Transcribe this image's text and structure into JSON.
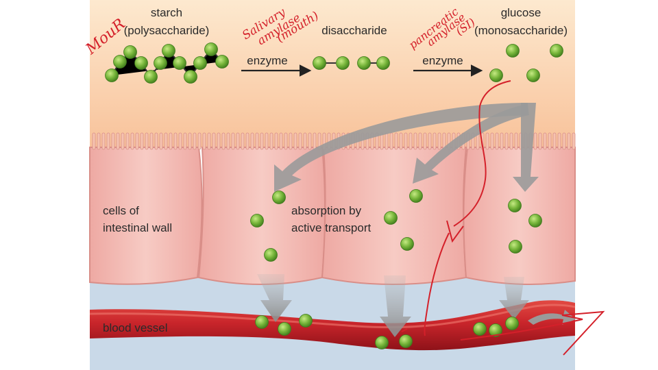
{
  "labels": {
    "starch": "starch",
    "starch_sub": "(polysaccharide)",
    "disaccharide": "disaccharide",
    "glucose": "glucose",
    "glucose_sub": "(monosaccharide)",
    "enzyme_1": "enzyme",
    "enzyme_2": "enzyme",
    "cells_line1": "cells of",
    "cells_line2": "intestinal wall",
    "absorption_line1": "absorption by",
    "absorption_line2": "active transport",
    "blood_vessel": "blood vessel"
  },
  "handwriting": {
    "left": "MouR",
    "salivary_1": "Salivary",
    "salivary_2": "amylase",
    "salivary_3": "(mouth)",
    "pancreatic_1": "pancreatic",
    "pancreatic_2": "amylase",
    "pancreatic_3": "(SI)"
  },
  "colors": {
    "lumen_top": "#fde6c8",
    "lumen_bottom": "#f9c9a2",
    "cell_fill": "#f2b9b2",
    "cell_edge": "#d98e88",
    "interstitial": "#c9d9e8",
    "vessel": "#c9252b",
    "vessel_highlight": "#e85c52",
    "molecule": "#6aa82f",
    "molecule_light": "#b6df72",
    "arrow_gray": "#9a9a9a",
    "annotation_red": "#d4202a"
  }
}
